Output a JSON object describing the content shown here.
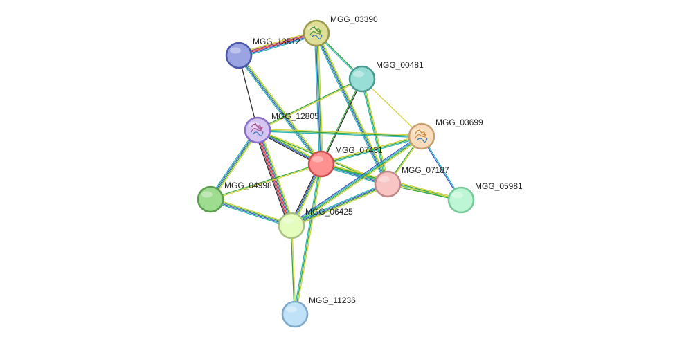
{
  "nodes": [
    {
      "id": "MGG_03390",
      "label": "MGG_03390",
      "fill": "#dede96",
      "stroke": "#9a9a4a",
      "has_structure": true,
      "structure_color": "#4a9a3a"
    },
    {
      "id": "MGG_13512",
      "label": "MGG_13512",
      "fill": "#9aa4e2",
      "stroke": "#4a56a8",
      "has_structure": false
    },
    {
      "id": "MGG_00481",
      "label": "MGG_00481",
      "fill": "#98ded6",
      "stroke": "#4a9a90",
      "has_structure": false
    },
    {
      "id": "MGG_12805",
      "label": "MGG_12805",
      "fill": "#d4c4f0",
      "stroke": "#8a70c8",
      "has_structure": true,
      "structure_color": "#b05090"
    },
    {
      "id": "MGG_03699",
      "label": "MGG_03699",
      "fill": "#f8dcbc",
      "stroke": "#c8a070",
      "has_structure": true,
      "structure_color": "#d08a3a"
    },
    {
      "id": "MGG_07431",
      "label": "MGG_07431",
      "fill": "#ff9090",
      "stroke": "#c85050",
      "has_structure": false
    },
    {
      "id": "MGG_07187",
      "label": "MGG_07187",
      "fill": "#f8c4c4",
      "stroke": "#c08888",
      "has_structure": false
    },
    {
      "id": "MGG_05981",
      "label": "MGG_05981",
      "fill": "#bcf6d4",
      "stroke": "#78c89a",
      "has_structure": false
    },
    {
      "id": "MGG_04998",
      "label": "MGG_04998",
      "fill": "#9edc90",
      "stroke": "#5a9e4e",
      "has_structure": false
    },
    {
      "id": "MGG_06425",
      "label": "MGG_06425",
      "fill": "#e4fcbc",
      "stroke": "#a8c080",
      "has_structure": false
    },
    {
      "id": "MGG_11236",
      "label": "MGG_11236",
      "fill": "#bfe2f8",
      "stroke": "#80a8c8",
      "has_structure": false
    }
  ],
  "edges": [
    {
      "a": "MGG_13512",
      "b": "MGG_03390",
      "colors": [
        "#d0d030",
        "#a03060",
        "#e03020",
        "#3050c0",
        "#20b0b0"
      ]
    },
    {
      "a": "MGG_13512",
      "b": "MGG_12805",
      "colors": [
        "#202020"
      ]
    },
    {
      "a": "MGG_13512",
      "b": "MGG_07431",
      "colors": [
        "#d0d030",
        "#30a030",
        "#3050c0",
        "#20b0b0"
      ]
    },
    {
      "a": "MGG_03390",
      "b": "MGG_00481",
      "colors": [
        "#30a030",
        "#20b0b0"
      ]
    },
    {
      "a": "MGG_03390",
      "b": "MGG_07431",
      "colors": [
        "#d0d030",
        "#30a030",
        "#3050c0",
        "#20b0b0"
      ]
    },
    {
      "a": "MGG_03390",
      "b": "MGG_07187",
      "colors": [
        "#d0d030",
        "#30a030",
        "#3050c0",
        "#20b0b0"
      ]
    },
    {
      "a": "MGG_00481",
      "b": "MGG_12805",
      "colors": [
        "#d0d030",
        "#30a030"
      ]
    },
    {
      "a": "MGG_00481",
      "b": "MGG_07431",
      "colors": [
        "#202020",
        "#30a030"
      ]
    },
    {
      "a": "MGG_00481",
      "b": "MGG_03699",
      "colors": [
        "#d0d030"
      ]
    },
    {
      "a": "MGG_00481",
      "b": "MGG_07187",
      "colors": [
        "#d0d030",
        "#30a030",
        "#20b0b0"
      ]
    },
    {
      "a": "MGG_12805",
      "b": "MGG_07431",
      "colors": [
        "#d0d030",
        "#30a030",
        "#3050c0",
        "#202020"
      ]
    },
    {
      "a": "MGG_12805",
      "b": "MGG_03699",
      "colors": [
        "#d0d030",
        "#30a030",
        "#20b0b0"
      ]
    },
    {
      "a": "MGG_12805",
      "b": "MGG_07187",
      "colors": [
        "#d0d030",
        "#30a030"
      ]
    },
    {
      "a": "MGG_12805",
      "b": "MGG_04998",
      "colors": [
        "#d0d030",
        "#30a030",
        "#3050c0",
        "#20b0b0"
      ]
    },
    {
      "a": "MGG_12805",
      "b": "MGG_06425",
      "colors": [
        "#d0d030",
        "#30a030",
        "#3050c0",
        "#e03020",
        "#a03060",
        "#202020"
      ]
    },
    {
      "a": "MGG_07431",
      "b": "MGG_03699",
      "colors": [
        "#d0d030",
        "#30a030",
        "#20b0b0"
      ]
    },
    {
      "a": "MGG_07431",
      "b": "MGG_07187",
      "colors": [
        "#d0d030",
        "#30a030",
        "#3050c0",
        "#20b0b0"
      ]
    },
    {
      "a": "MGG_07431",
      "b": "MGG_05981",
      "colors": [
        "#d0d030",
        "#30a030",
        "#20b0b0"
      ]
    },
    {
      "a": "MGG_07431",
      "b": "MGG_04998",
      "colors": [
        "#d0d030",
        "#30a030"
      ]
    },
    {
      "a": "MGG_07431",
      "b": "MGG_06425",
      "colors": [
        "#d0d030",
        "#30a030",
        "#3050c0",
        "#202020"
      ]
    },
    {
      "a": "MGG_07431",
      "b": "MGG_11236",
      "colors": [
        "#d0d030",
        "#30a030",
        "#20b0b0"
      ]
    },
    {
      "a": "MGG_03699",
      "b": "MGG_07187",
      "colors": [
        "#d0d030",
        "#30a030"
      ]
    },
    {
      "a": "MGG_03699",
      "b": "MGG_05981",
      "colors": [
        "#20b0b0",
        "#3050c0"
      ]
    },
    {
      "a": "MGG_03699",
      "b": "MGG_06425",
      "colors": [
        "#d0d030",
        "#30a030",
        "#20b0b0",
        "#3050c0"
      ]
    },
    {
      "a": "MGG_07187",
      "b": "MGG_05981",
      "colors": [
        "#d0d030",
        "#30a030"
      ]
    },
    {
      "a": "MGG_07187",
      "b": "MGG_06425",
      "colors": [
        "#d0d030",
        "#30a030",
        "#3050c0",
        "#20b0b0"
      ]
    },
    {
      "a": "MGG_04998",
      "b": "MGG_06425",
      "colors": [
        "#d0d030",
        "#30a030",
        "#3050c0",
        "#20b0b0"
      ]
    },
    {
      "a": "MGG_06425",
      "b": "MGG_11236",
      "colors": [
        "#d0d030",
        "#30a030"
      ]
    }
  ]
}
